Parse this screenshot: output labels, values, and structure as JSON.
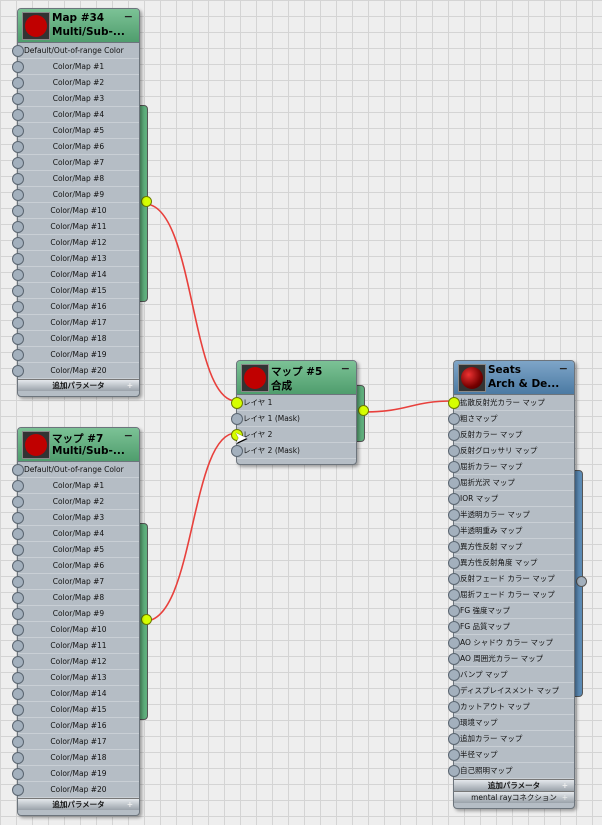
{
  "colors": {
    "wire": "#e8403c",
    "active_port": "#d6ff00",
    "green_header": "#5faa7c",
    "blue_header": "#5b89b0"
  },
  "nodes": [
    {
      "id": "map34",
      "title": "Map #34",
      "subtitle": "Multi/Sub-...",
      "header": "green",
      "thumb": "flat",
      "minimize": "−",
      "rows": [
        "Default/Out-of-range Color",
        "Color/Map #1",
        "Color/Map #2",
        "Color/Map #3",
        "Color/Map #4",
        "Color/Map #5",
        "Color/Map #6",
        "Color/Map #7",
        "Color/Map #8",
        "Color/Map #9",
        "Color/Map #10",
        "Color/Map #11",
        "Color/Map #12",
        "Color/Map #13",
        "Color/Map #14",
        "Color/Map #15",
        "Color/Map #16",
        "Color/Map #17",
        "Color/Map #18",
        "Color/Map #19",
        "Color/Map #20"
      ],
      "active": [],
      "footers": [
        "追加パラメータ"
      ]
    },
    {
      "id": "map7",
      "title": "マップ #7",
      "subtitle": "Multi/Sub-...",
      "header": "green",
      "thumb": "flat",
      "minimize": "−",
      "rows": [
        "Default/Out-of-range Color",
        "Color/Map #1",
        "Color/Map #2",
        "Color/Map #3",
        "Color/Map #4",
        "Color/Map #5",
        "Color/Map #6",
        "Color/Map #7",
        "Color/Map #8",
        "Color/Map #9",
        "Color/Map #10",
        "Color/Map #11",
        "Color/Map #12",
        "Color/Map #13",
        "Color/Map #14",
        "Color/Map #15",
        "Color/Map #16",
        "Color/Map #17",
        "Color/Map #18",
        "Color/Map #19",
        "Color/Map #20"
      ],
      "active": [],
      "footers": [
        "追加パラメータ"
      ]
    },
    {
      "id": "map5",
      "title": "マップ #5",
      "subtitle": "合成",
      "header": "green",
      "thumb": "flat",
      "minimize": "−",
      "rows": [
        "レイヤ 1",
        "レイヤ 1 (Mask)",
        "レイヤ 2",
        "レイヤ 2 (Mask)"
      ],
      "active": [
        0,
        2
      ],
      "footers": []
    },
    {
      "id": "seats",
      "title": "Seats",
      "subtitle": "Arch & De...",
      "header": "blue",
      "thumb": "sphere",
      "minimize": "−",
      "rows": [
        "拡散反射光カラー マップ",
        "粗さマップ",
        "反射カラー マップ",
        "反射グロッサリ マップ",
        "屈折カラー マップ",
        "屈折光沢 マップ",
        "IOR マップ",
        "半透明カラー マップ",
        "半透明重み マップ",
        "異方性反射 マップ",
        "異方性反射角度 マップ",
        "反射フェード カラー マップ",
        "屈折フェード カラー マップ",
        "FG 強度マップ",
        "FG 品質マップ",
        "AO シャドウ カラー マップ",
        "AO 周囲光カラー マップ",
        "バンプ マップ",
        "ディスプレイスメント マップ",
        "カットアウト マップ",
        "環境マップ",
        "追加カラー マップ",
        "半径マップ",
        "自己照明マップ"
      ],
      "active": [
        0
      ],
      "footers": [
        "追加パラメータ",
        "mental rayコネクション"
      ]
    }
  ]
}
